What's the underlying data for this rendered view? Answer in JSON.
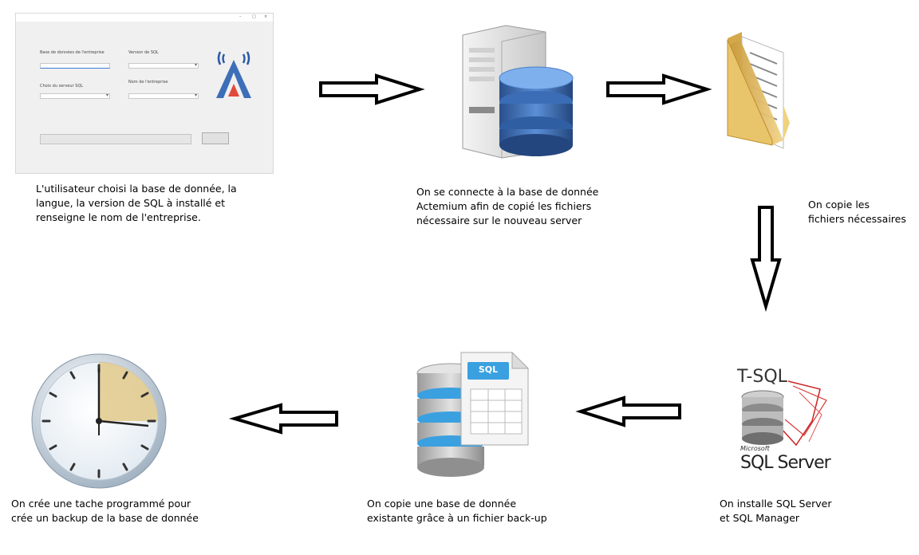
{
  "steps": [
    {
      "caption": "L'utilisateur choisi la base de donnée, la\nlangue, la version de SQL à installé et\nrenseigne le nom de l'entreprise."
    },
    {
      "caption": "On se connecte à la base de donnée\nActemium afin de copié les fichiers\nnécessaire sur le nouveau server"
    },
    {
      "caption": "On copie les\nfichiers nécessaires"
    },
    {
      "caption": "On installe SQL Server\net SQL Manager"
    },
    {
      "caption": "On copie une base de donnée\nexistante grâce à un fichier back-up"
    },
    {
      "caption": "On crée une tache programmé pour\ncrée un backup de la base de donnée"
    }
  ],
  "form_window": {
    "title": "",
    "fields": [
      {
        "label": "Base de données de l'entreprise"
      },
      {
        "label": "Version de SQL"
      },
      {
        "label": "Choix du serveur SQL"
      },
      {
        "label": "Nom de l'entreprise"
      }
    ],
    "button_label": ""
  },
  "sql_icon": {
    "sheet_label": "SQL"
  },
  "sql_server_logo": {
    "top_text": "T-SQL",
    "brand_small": "Microsoft",
    "brand_large": "SQL Server"
  },
  "colors": {
    "arrow_stroke": "#000000",
    "db_blue": "#3a6db5",
    "folder_yellow": "#e8c46a",
    "sql_header_blue": "#3aa0e0",
    "clock_wedge": "#e2c98a"
  },
  "icons": [
    "app-logo-icon",
    "server-database-icon",
    "folder-icon",
    "sql-server-icon",
    "database-sql-file-icon",
    "clock-icon"
  ]
}
